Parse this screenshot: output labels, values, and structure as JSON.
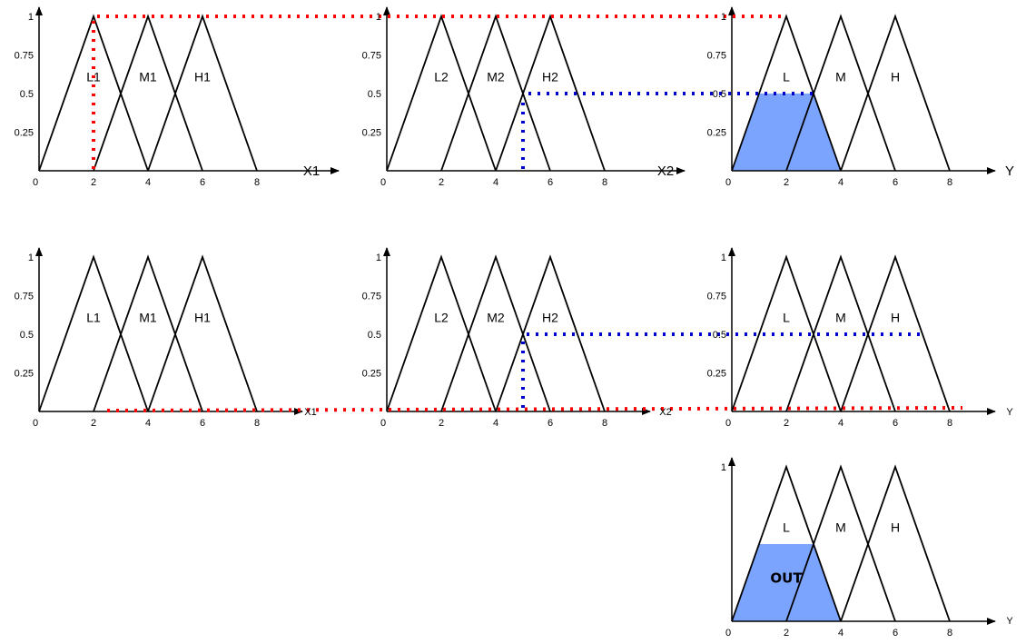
{
  "diagram": {
    "x_ticks": [
      "0",
      "2",
      "4",
      "6",
      "8"
    ],
    "y_ticks": [
      "1",
      "0.75",
      "0.5",
      "0.25"
    ],
    "output_y_ticks": [
      "1"
    ],
    "colors": {
      "line": "#000000",
      "red_dots": "#ff0000",
      "blue_dots": "#0000cc",
      "fill": "#7ba4ff"
    },
    "panels": [
      {
        "id": "r1-x1",
        "axis_label": "X1",
        "set_labels": [
          "L1",
          "M1",
          "H1"
        ]
      },
      {
        "id": "r1-x2",
        "axis_label": "X2",
        "set_labels": [
          "L2",
          "M2",
          "H2"
        ]
      },
      {
        "id": "r1-y",
        "axis_label": "Y",
        "set_labels": [
          "L",
          "M",
          "H"
        ],
        "clipped_set": "L",
        "clip_level": 0.5
      },
      {
        "id": "r2-x1",
        "axis_label": "X1",
        "set_labels": [
          "L1",
          "M1",
          "H1"
        ]
      },
      {
        "id": "r2-x2",
        "axis_label": "X2",
        "set_labels": [
          "L2",
          "M2",
          "H2"
        ]
      },
      {
        "id": "r2-y",
        "axis_label": "Y",
        "set_labels": [
          "L",
          "M",
          "H"
        ]
      },
      {
        "id": "out-y",
        "axis_label": "Y",
        "set_labels": [
          "L",
          "M",
          "H"
        ],
        "clipped_set": "L",
        "clip_level": 0.5,
        "result_label": "OUT"
      }
    ],
    "inputs": {
      "x1": 2,
      "x2": 5
    }
  }
}
